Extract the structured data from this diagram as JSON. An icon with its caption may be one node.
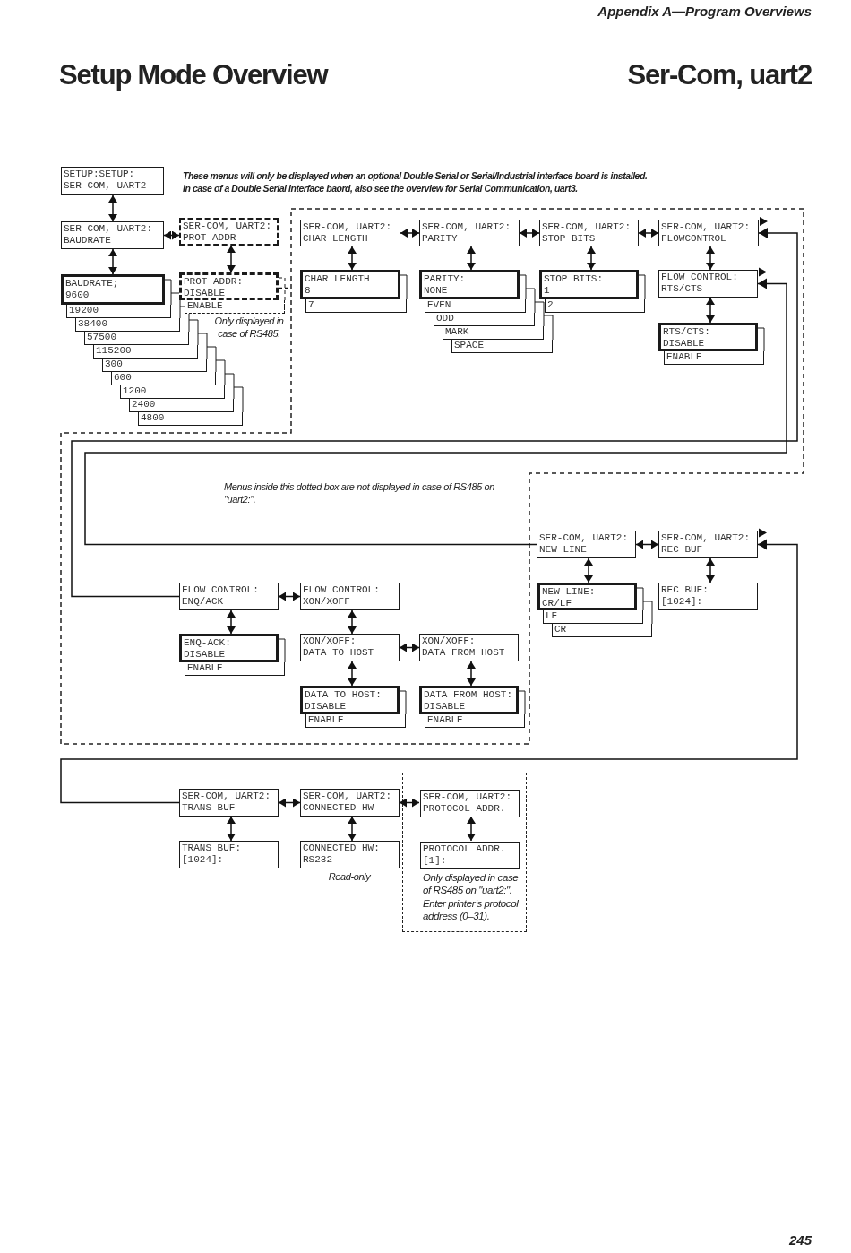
{
  "diagram": {
    "title": "Setup Mode Overview",
    "nodes": [
      {
        "text": [
          "SETUP:SETUP:",
          "SER-COM, UART2"
        ]
      },
      {
        "text": [
          "SER-COM, UART2:",
          "BAUDRATE"
        ]
      },
      {
        "text": [
          "SER-COM, UART2:",
          "PROT ADDR"
        ]
      },
      {
        "text": [
          "BAUDRATE;",
          "9600"
        ]
      },
      {
        "text": [
          "19200"
        ]
      },
      {
        "text": [
          "38400"
        ]
      },
      {
        "text": [
          "57500"
        ]
      },
      {
        "text": [
          "115200"
        ]
      },
      {
        "text": [
          "300"
        ]
      },
      {
        "text": [
          "600"
        ]
      },
      {
        "text": [
          "1200"
        ]
      },
      {
        "text": [
          "2400"
        ]
      },
      {
        "text": [
          "4800"
        ]
      },
      {
        "text": [
          "PROT ADDR:",
          "DISABLE"
        ]
      },
      {
        "text": [
          "ENABLE"
        ]
      },
      {
        "text": [
          "Menus inside this dotted box are not displayed in case of RS485 on \"uart2:\"."
        ]
      },
      {
        "text": [
          "SER-COM, UART2:",
          "CHAR LENGTH"
        ],
        "in": 15
      },
      {
        "text": [
          "SER-COM, UART2:",
          "PARITY"
        ],
        "in": 15
      },
      {
        "text": [
          "SER-COM, UART2:",
          "STOP BITS"
        ],
        "in": 15
      },
      {
        "text": [
          "SER-COM, UART2:",
          "FLOWCONTROL"
        ],
        "in": 15
      },
      {
        "text": [
          "CHAR LENGTH",
          "8"
        ],
        "in": 15
      },
      {
        "text": [
          "7"
        ],
        "in": 15
      },
      {
        "text": [
          "PARITY:",
          "NONE"
        ],
        "in": 15
      },
      {
        "text": [
          "EVEN"
        ],
        "in": 15
      },
      {
        "text": [
          "ODD"
        ],
        "in": 15
      },
      {
        "text": [
          "MARK"
        ],
        "in": 15
      },
      {
        "text": [
          "SPACE"
        ],
        "in": 15
      },
      {
        "text": [
          "STOP BITS:",
          "1"
        ],
        "in": 15
      },
      {
        "text": [
          "2"
        ],
        "in": 15
      },
      {
        "text": [
          "FLOW CONTROL:",
          "RTS/CTS"
        ],
        "in": 15
      },
      {
        "text": [
          "RTS/CTS:",
          "DISABLE"
        ],
        "in": 15
      },
      {
        "text": [
          "ENABLE"
        ],
        "in": 15
      },
      {
        "text": [
          "FLOW CONTROL:",
          "ENQ/ACK"
        ],
        "in": 15
      },
      {
        "text": [
          "FLOW CONTROL:",
          "XON/XOFF"
        ],
        "in": 15
      },
      {
        "text": [
          "ENQ-ACK:",
          "DISABLE"
        ],
        "in": 15
      },
      {
        "text": [
          "ENABLE"
        ],
        "in": 15
      },
      {
        "text": [
          "XON/XOFF:",
          "DATA TO HOST"
        ],
        "in": 15
      },
      {
        "text": [
          "XON/XOFF:",
          "DATA FROM HOST"
        ],
        "in": 15
      },
      {
        "text": [
          "DATA TO HOST:",
          "DISABLE"
        ],
        "in": 15
      },
      {
        "text": [
          "ENABLE"
        ],
        "in": 15
      },
      {
        "text": [
          "DATA FROM HOST:",
          "DISABLE"
        ],
        "in": 15
      },
      {
        "text": [
          "ENABLE"
        ],
        "in": 15
      },
      {
        "text": [
          "SER-COM, UART2:",
          "NEW LINE"
        ]
      },
      {
        "text": [
          "SER-COM, UART2:",
          "REC BUF"
        ]
      },
      {
        "text": [
          "NEW LINE:",
          "CR/LF"
        ]
      },
      {
        "text": [
          "LF"
        ]
      },
      {
        "text": [
          "CR"
        ]
      },
      {
        "text": [
          "REC BUF:",
          "[1024]:"
        ]
      },
      {
        "text": [
          "SER-COM, UART2:",
          "TRANS BUF"
        ]
      },
      {
        "text": [
          "SER-COM, UART2:",
          "CONNECTED HW"
        ]
      },
      {
        "text": [
          "Only displayed in case of RS485 on \"uart2:\". Enter printer’s protocol address (0–31)."
        ]
      },
      {
        "text": [
          "SER-COM, UART2:",
          "PROTOCOL ADDR."
        ],
        "in": 50
      },
      {
        "text": [
          "TRANS BUF:",
          "[1024]:"
        ]
      },
      {
        "text": [
          "CONNECTED HW:",
          "RS232"
        ],
        "beside": [
          "Read-only"
        ]
      },
      {
        "text": [
          "PROTOCOL ADDR.",
          "[1]:"
        ],
        "in": 50
      }
    ],
    "edges": [
      {
        "from": 0,
        "to": 1,
        "arrow": "both"
      },
      {
        "from": 1,
        "to": 2,
        "arrow": "both"
      },
      {
        "from": 1,
        "to": 3,
        "arrow": "both"
      },
      {
        "from": 2,
        "to": 13,
        "arrow": "both"
      },
      {
        "from": 13,
        "to": 15,
        "arrow": "none",
        "style": "dashed"
      },
      {
        "from": 16,
        "to": 17,
        "arrow": "both"
      },
      {
        "from": 17,
        "to": 18,
        "arrow": "both"
      },
      {
        "from": 18,
        "to": 19,
        "arrow": "both"
      },
      {
        "from": 16,
        "to": 20,
        "arrow": "both"
      },
      {
        "from": 17,
        "to": 22,
        "arrow": "both"
      },
      {
        "from": 18,
        "to": 27,
        "arrow": "both"
      },
      {
        "from": 19,
        "to": 29,
        "arrow": "both"
      },
      {
        "from": 29,
        "to": 30,
        "arrow": "both"
      },
      {
        "from": 32,
        "to": 19,
        "arrow": "to"
      },
      {
        "from": 42,
        "to": 29,
        "arrow": "to"
      },
      {
        "from": 32,
        "to": 33,
        "arrow": "both"
      },
      {
        "from": 32,
        "to": 34,
        "arrow": "both"
      },
      {
        "from": 33,
        "to": 36,
        "arrow": "both"
      },
      {
        "from": 36,
        "to": 37,
        "arrow": "both"
      },
      {
        "from": 36,
        "to": 38,
        "arrow": "both"
      },
      {
        "from": 37,
        "to": 40,
        "arrow": "both"
      },
      {
        "from": 42,
        "to": 43,
        "arrow": "both"
      },
      {
        "from": 42,
        "to": 44,
        "arrow": "both"
      },
      {
        "from": 43,
        "to": 47,
        "arrow": "both"
      },
      {
        "from": 48,
        "to": 43,
        "arrow": "to"
      },
      {
        "from": 48,
        "to": 49,
        "arrow": "both"
      },
      {
        "from": 49,
        "to": 51,
        "arrow": "both"
      },
      {
        "from": 48,
        "to": 52,
        "arrow": "both"
      },
      {
        "from": 49,
        "to": 53,
        "arrow": "both"
      },
      {
        "from": 51,
        "to": 54,
        "arrow": "both"
      }
    ],
    "labels": [
      "Appendix A—Program Overviews",
      "Ser-Com, uart2",
      "These menus will only be displayed when an optional Double Serial or Serial/Industrial interface board is installed.",
      "In case of a Double Serial interface baord, also see the overview for Serial Communication, uart3.",
      "Only displayed in case of RS485.",
      "245"
    ]
  }
}
